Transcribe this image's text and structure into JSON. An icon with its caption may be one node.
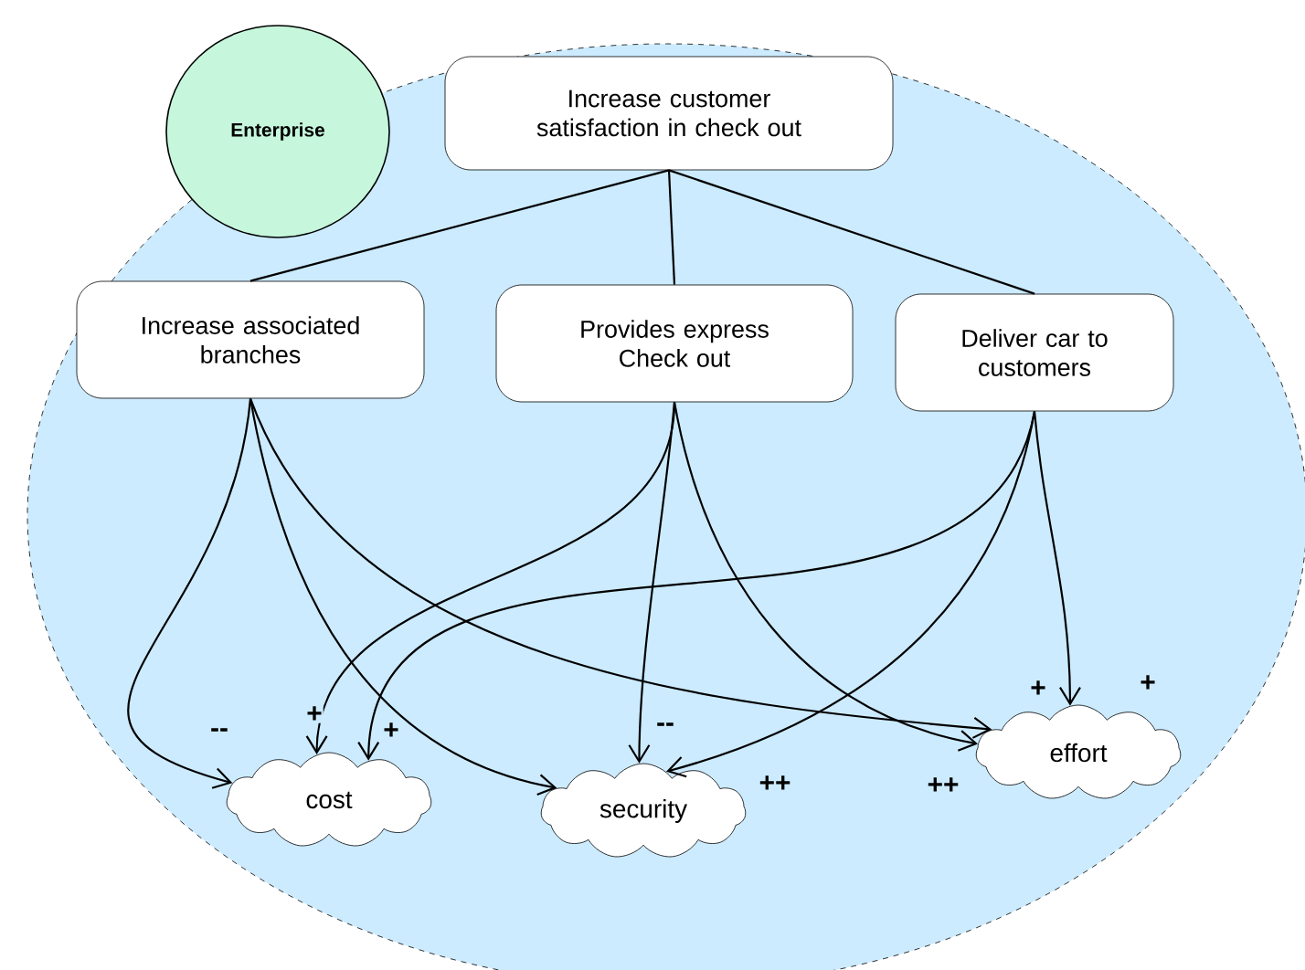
{
  "diagram": {
    "nodes": [
      {
        "text": [],
        "shape": "ellipse"
      },
      {
        "text": [
          "Enterprise"
        ]
      },
      {
        "text": [
          "Increase customer satisfaction in check out"
        ],
        "in": 0
      },
      {
        "text": [
          "Increase associated branches"
        ],
        "in": 0
      },
      {
        "text": [
          "Provides express Check out"
        ],
        "in": 0
      },
      {
        "text": [
          "Deliver car to customers"
        ],
        "in": 0
      },
      {
        "text": [
          "cost"
        ],
        "in": 0
      },
      {
        "text": [
          "security"
        ],
        "in": 0
      },
      {
        "text": [
          "effort"
        ],
        "in": 0
      }
    ],
    "edges": [
      {
        "from": 2,
        "to": 3,
        "arrow": "none"
      },
      {
        "from": 2,
        "to": 4,
        "arrow": "none"
      },
      {
        "from": 2,
        "to": 5,
        "arrow": "none"
      },
      {
        "from": 3,
        "to": 6,
        "arrow": "to",
        "label": "--"
      },
      {
        "from": 3,
        "to": 7,
        "arrow": "to"
      },
      {
        "from": 3,
        "to": 8,
        "arrow": "to",
        "label": "+"
      },
      {
        "from": 4,
        "to": 6,
        "arrow": "to",
        "label": "+"
      },
      {
        "from": 4,
        "to": 7,
        "arrow": "to",
        "label": "--"
      },
      {
        "from": 4,
        "to": 8,
        "arrow": "to",
        "label": "++"
      },
      {
        "from": 5,
        "to": 6,
        "arrow": "to",
        "label": "+"
      },
      {
        "from": 5,
        "to": 7,
        "arrow": "to",
        "label": "++"
      },
      {
        "from": 5,
        "to": 8,
        "arrow": "to",
        "label": "+"
      }
    ]
  }
}
